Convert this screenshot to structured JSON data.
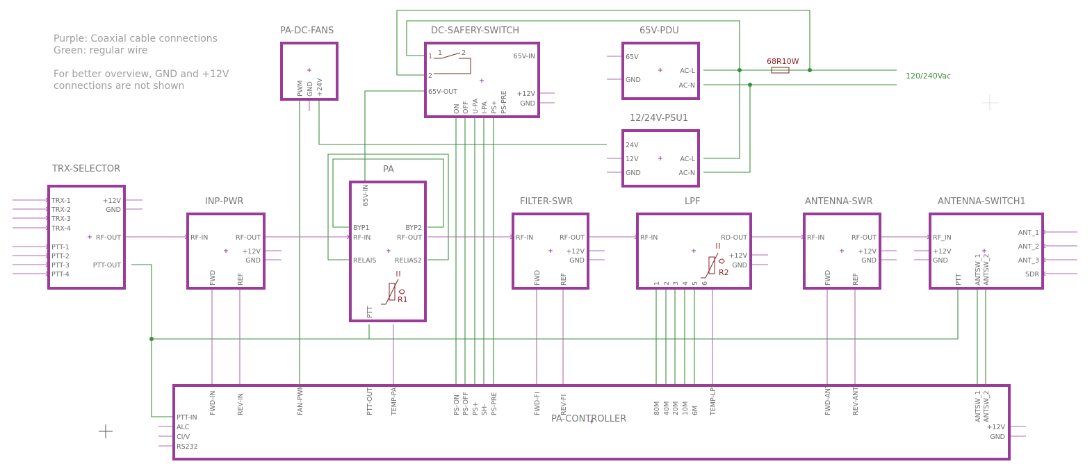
{
  "notes": {
    "line1": "Purple: Coaxial cable connections",
    "line2": "Green: regular wire",
    "line3": "For better overview, GND and +12V",
    "line4": "connections are not shown"
  },
  "mains_label": "120/240Vac",
  "resistor_label": "68R10W",
  "blocks": {
    "trx_selector": {
      "name": "TRX-SELECTOR",
      "pins_left": [
        "TRX-1",
        "TRX-2",
        "TRX-3",
        "TRX-4",
        "PTT-1",
        "PTT-2",
        "PTT-3",
        "PTT-4"
      ],
      "pins_right": [
        "+12V",
        "GND",
        "RF-OUT",
        "PTT-OUT"
      ]
    },
    "inp_pwr": {
      "name": "INP-PWR",
      "rf_in": "RF-IN",
      "rf_out": "RF-OUT",
      "v12": "+12V",
      "gnd": "GND",
      "fwd": "FWD",
      "ref": "REF"
    },
    "pa_dc_fans": {
      "name": "PA-DC-FANS",
      "pwm": "PWM",
      "gnd": "GND",
      "v24": "+24V"
    },
    "pa": {
      "name": "PA",
      "in65": "65V-IN",
      "byp1": "BYP1",
      "byp2": "BYP2",
      "rf_in": "RF-IN",
      "rf_out": "RF-OUT",
      "relais": "RELAIS",
      "relais2": "RELIAS2",
      "ptt": "PTT",
      "r1": "R1"
    },
    "dc_safety": {
      "name": "DC-SAFERY-SWITCH",
      "p1": "1",
      "p2": "2",
      "sw1": "1",
      "sw2": "2",
      "in65": "65V-IN",
      "out65": "65V-OUT",
      "v12": "+12V",
      "gnd": "GND",
      "bottom": [
        "ON",
        "OFF",
        "U-PA",
        "I-PA",
        "PS+",
        "PS-PRE"
      ]
    },
    "pdu": {
      "name": "65V-PDU",
      "v65": "65V",
      "gnd": "GND",
      "acl": "AC-L",
      "acn": "AC-N"
    },
    "psu": {
      "name": "12/24V-PSU1",
      "v24": "24V",
      "v12": "12V",
      "gnd": "GND",
      "acl": "AC-L",
      "acn": "AC-N"
    },
    "filter_swr": {
      "name": "FILTER-SWR",
      "rf_in": "RF-IN",
      "rf_out": "RF-OUT",
      "v12": "+12V",
      "gnd": "GND",
      "fwd": "FWD",
      "ref": "REF"
    },
    "lpf": {
      "name": "LPF",
      "rf_in": "RF-IN",
      "rd_out": "RD-OUT",
      "v12": "+12V",
      "gnd": "GND",
      "r2": "R2",
      "bottom": [
        "1",
        "2",
        "3",
        "4",
        "5",
        "6"
      ]
    },
    "antenna_swr": {
      "name": "ANTENNA-SWR",
      "rf_in": "RF-IN",
      "rf_out": "RF-OUT",
      "v12": "+12V",
      "gnd": "GND",
      "fwd": "FWD",
      "ref": "REF"
    },
    "antenna_switch": {
      "name": "ANTENNA-SWITCH1",
      "rf_in": "RF_IN",
      "v12": "+12V",
      "gnd": "GND",
      "ptt": "PTT",
      "antsw1": "ANTSW_1",
      "antsw2": "ANTSW_2",
      "ants": [
        "ANT_1",
        "ANT_2",
        "ANT_3",
        "SDR"
      ]
    },
    "pa_controller": {
      "name": "PA-CONTROLLER",
      "left": [
        "PTT-IN",
        "ALC",
        "CI/V",
        "RS232"
      ],
      "right": [
        "+12V",
        "GND"
      ],
      "top": [
        "FWD-IN",
        "REV-IN",
        "FAN-PWM",
        "PTT-OUT",
        "TEMP-PA",
        "PS-ON",
        "PS-OFF",
        "PS+",
        "SH-",
        "PS-PRE",
        "FWD-FI",
        "REV-FI",
        "80M",
        "40M",
        "20M",
        "10M",
        "6M",
        "TEMP-LPF",
        "FWD-ANT",
        "REV-ANT",
        "ANTSW_1",
        "ANTSW_2"
      ]
    }
  },
  "colors": {
    "coax": "#b06ab0",
    "wire": "#3a8f3a",
    "block": "#9b3c9b",
    "part": "#8b1e1e"
  }
}
